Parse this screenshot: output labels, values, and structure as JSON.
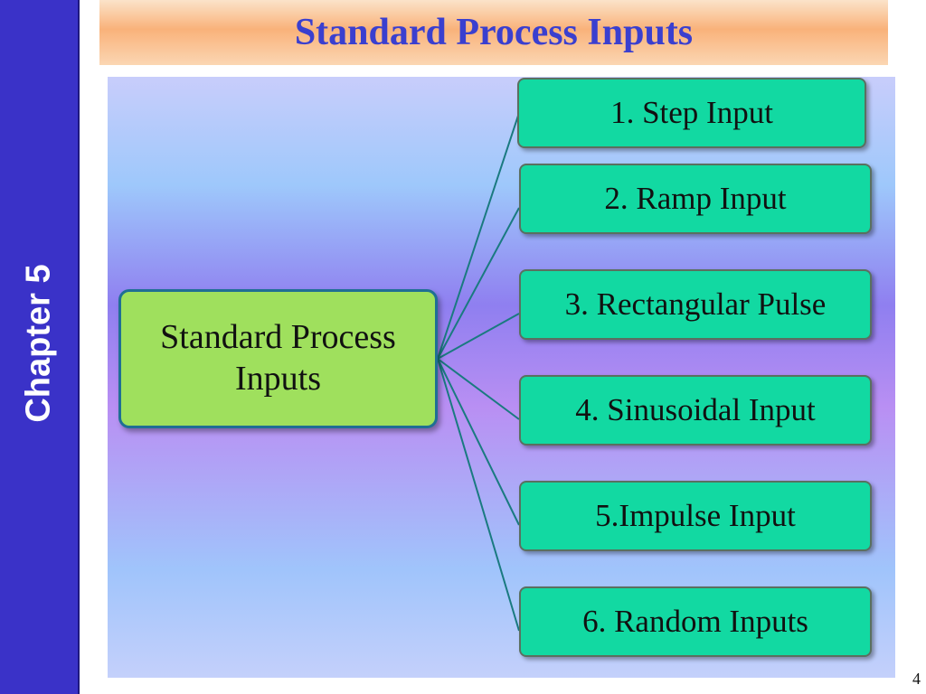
{
  "sidebar": {
    "label": "Chapter 5"
  },
  "header": {
    "title": "Standard Process Inputs"
  },
  "diagram": {
    "root": {
      "label": "Standard Process Inputs"
    },
    "children": [
      {
        "label": "1. Step Input"
      },
      {
        "label": "2. Ramp Input"
      },
      {
        "label": "3. Rectangular Pulse"
      },
      {
        "label": "4. Sinusoidal Input"
      },
      {
        "label": "5.Impulse Input"
      },
      {
        "label": "6. Random Inputs"
      }
    ]
  },
  "footer": {
    "page_number": "4"
  },
  "colors": {
    "sidebar": "#3a32c8",
    "title_text": "#3a3fcf",
    "root_node_fill": "#9fe05d",
    "child_node_fill": "#12d9a2",
    "connector": "#1a7a80"
  }
}
